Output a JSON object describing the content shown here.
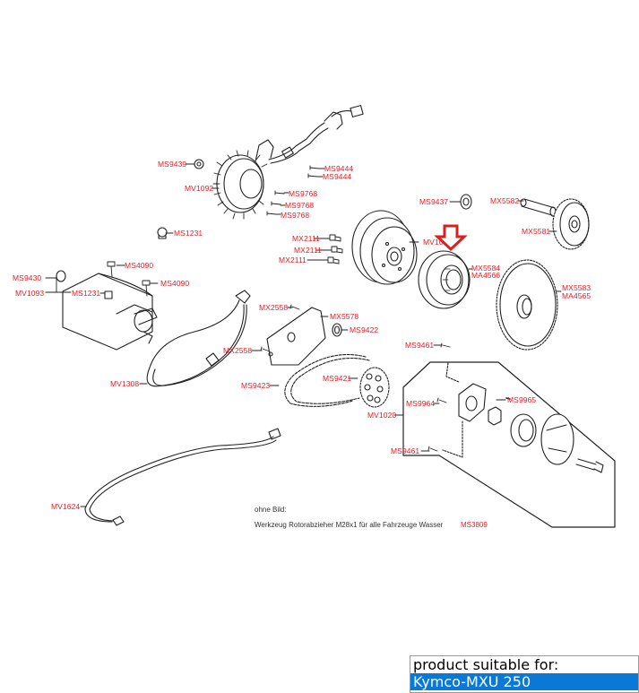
{
  "diagram": {
    "title": "Kymco MXU 250 starter / alternator exploded parts view",
    "labels": {
      "MS9439": "MS9439",
      "MV1092": "MV1092",
      "MS9444_a": "MS9444",
      "MS9444_b": "MS9444",
      "MS9768_a": "MS9768",
      "MS9768_b": "MS9768",
      "MS9768_c": "MS9768",
      "MS1231_a": "MS1231",
      "MS9437": "MS9437",
      "MX5582": "MX5582",
      "MX5581": "MX5581",
      "MX2111_a": "MX2111",
      "MX2111_b": "MX2111",
      "MX2111_c": "MX2111",
      "MV10xx": "MV10",
      "MX5584": "MX5584",
      "MA4566": "MA4566",
      "MX5583": "MX5583",
      "MA4565": "MA4565",
      "MS4090_a": "MS4090",
      "MS4090_b": "MS4090",
      "MS9430": "MS9430",
      "MV1093": "MV1093",
      "MS1231_b": "MS1231",
      "MX2558_a": "MX2558",
      "MX5578": "MX5578",
      "MS9422": "MS9422",
      "MX2558_b": "MX2558",
      "MS9461_a": "MS9461",
      "MV1308": "MV1308",
      "MS9423": "MS9423",
      "MS9421": "MS9421",
      "MS9965": "MS9965",
      "MS9964": "MS9964",
      "MV1020": "MV1020",
      "MS9461_b": "MS9461",
      "MV1624": "MV1624"
    },
    "highlight_arrow_color": "#d92020",
    "label_color": "#e0202a"
  },
  "notes": {
    "without_image_heading": "ohne Bild:",
    "tool_description": "Werkzeug Rotorabzieher M28x1 für alle Fahrzeuge Wasser",
    "tool_code": "MS3809"
  },
  "suitability": {
    "heading": "product suitable for:",
    "selected_model": "Kymco-MXU 250",
    "selection_color": "#0a78d7"
  }
}
